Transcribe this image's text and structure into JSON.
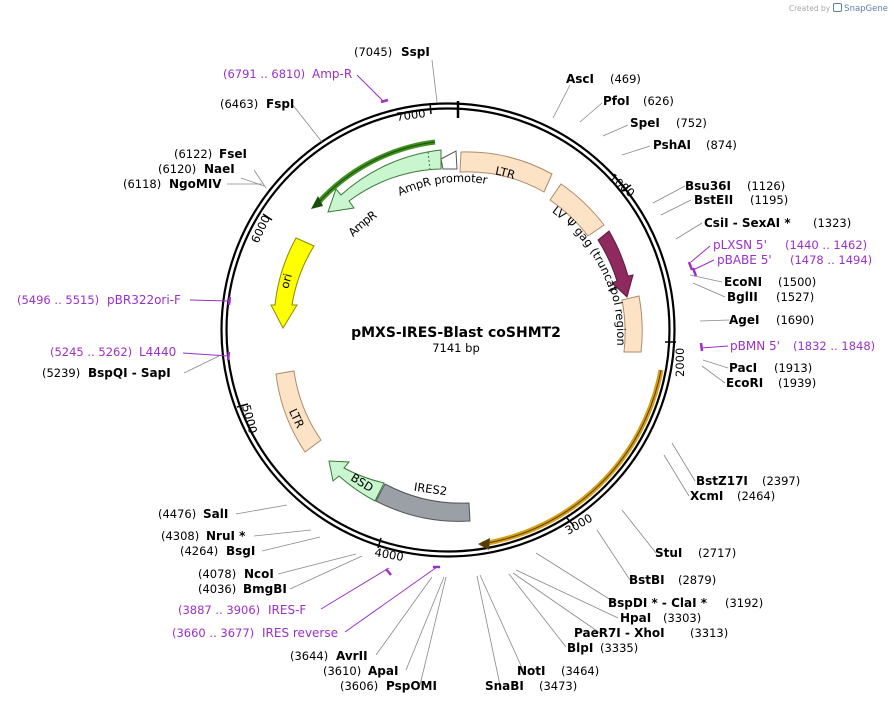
{
  "credit": {
    "created_by": "Created by",
    "brand": "SnapGene"
  },
  "plasmid": {
    "name": "pMXS-IRES-Blast coSHMT2",
    "length_label": "7141 bp"
  },
  "tick_labels": [
    "1000",
    "2000",
    "3000",
    "4000",
    "5000",
    "6000",
    "7000"
  ],
  "features": {
    "ltr_top": "LTR",
    "gag": "MMLV Ψ gag (truncated)",
    "pol": "pol region",
    "amp_promoter": "AmpR promoter",
    "ampr": "AmpR",
    "ori": "ori",
    "ltr_bottom": "LTR",
    "bsd": "BSD",
    "ires2": "IRES2"
  },
  "sites": [
    {
      "name": "SspI",
      "pos": "(7045)"
    },
    {
      "name": "AscI",
      "pos": "(469)"
    },
    {
      "name": "PfoI",
      "pos": "(626)"
    },
    {
      "name": "SpeI",
      "pos": "(752)"
    },
    {
      "name": "PshAI",
      "pos": "(874)"
    },
    {
      "name": "Bsu36I",
      "pos": "(1126)"
    },
    {
      "name": "BstEII",
      "pos": "(1195)"
    },
    {
      "name": "CsiI  - SexAI *",
      "pos": "(1323)"
    },
    {
      "name": "EcoNI",
      "pos": "(1500)"
    },
    {
      "name": "BglII",
      "pos": "(1527)"
    },
    {
      "name": "AgeI",
      "pos": "(1690)"
    },
    {
      "name": "PacI",
      "pos": "(1913)"
    },
    {
      "name": "EcoRI",
      "pos": "(1939)"
    },
    {
      "name": "BstZ17I",
      "pos": "(2397)"
    },
    {
      "name": "XcmI",
      "pos": "(2464)"
    },
    {
      "name": "StuI",
      "pos": "(2717)"
    },
    {
      "name": "BstBI",
      "pos": "(2879)"
    },
    {
      "name": "BspDI *  - ClaI *",
      "pos": "(3192)"
    },
    {
      "name": "HpaI",
      "pos": "(3303)"
    },
    {
      "name": "PaeR7I  - XhoI",
      "pos": "(3313)"
    },
    {
      "name": "BlpI",
      "pos": "(3335)"
    },
    {
      "name": "NotI",
      "pos": "(3464)"
    },
    {
      "name": "SnaBI",
      "pos": "(3473)"
    },
    {
      "name": "PspOMI",
      "pos": "(3606)"
    },
    {
      "name": "ApaI",
      "pos": "(3610)"
    },
    {
      "name": "AvrII",
      "pos": "(3644)"
    },
    {
      "name": "BmgBI",
      "pos": "(4036)"
    },
    {
      "name": "NcoI",
      "pos": "(4078)"
    },
    {
      "name": "BsgI",
      "pos": "(4264)"
    },
    {
      "name": "NruI *",
      "pos": "(4308)"
    },
    {
      "name": "SalI",
      "pos": "(4476)"
    },
    {
      "name": "BspQI  - SapI",
      "pos": "(5239)"
    },
    {
      "name": "NgoMIV",
      "pos": "(6118)"
    },
    {
      "name": "NaeI",
      "pos": "(6120)"
    },
    {
      "name": "FseI",
      "pos": "(6122)"
    },
    {
      "name": "FspI",
      "pos": "(6463)"
    }
  ],
  "primers": [
    {
      "name": "Amp-R",
      "range": "(6791 .. 6810)"
    },
    {
      "name": "pLXSN 5'",
      "range": "(1440 .. 1462)"
    },
    {
      "name": "pBABE 5'",
      "range": "(1478 .. 1494)"
    },
    {
      "name": "pBMN 5'",
      "range": "(1832 .. 1848)"
    },
    {
      "name": "pBR322ori-F",
      "range": "(5496 .. 5515)"
    },
    {
      "name": "L4440",
      "range": "(5245 .. 5262)"
    },
    {
      "name": "IRES-F",
      "range": "(3887 .. 3906)"
    },
    {
      "name": "IRES reverse",
      "range": "(3660 .. 3677)"
    }
  ],
  "colors": {
    "ltr": "#fde3c6",
    "gag": "#fde3c6",
    "gag_arrow": "#8e2a5e",
    "pol": "#fde3c6",
    "amp_promoter": "#ffffff",
    "ampr": "#c9f5cf",
    "ampr_highlight": "#3f8f1e",
    "ori": "#ffff00",
    "bsd": "#c9f5cf",
    "ires2": "#9aa0a6",
    "orf_highlight": "#d4a017",
    "primer": "#9b30c8",
    "backbone": "#000000"
  }
}
